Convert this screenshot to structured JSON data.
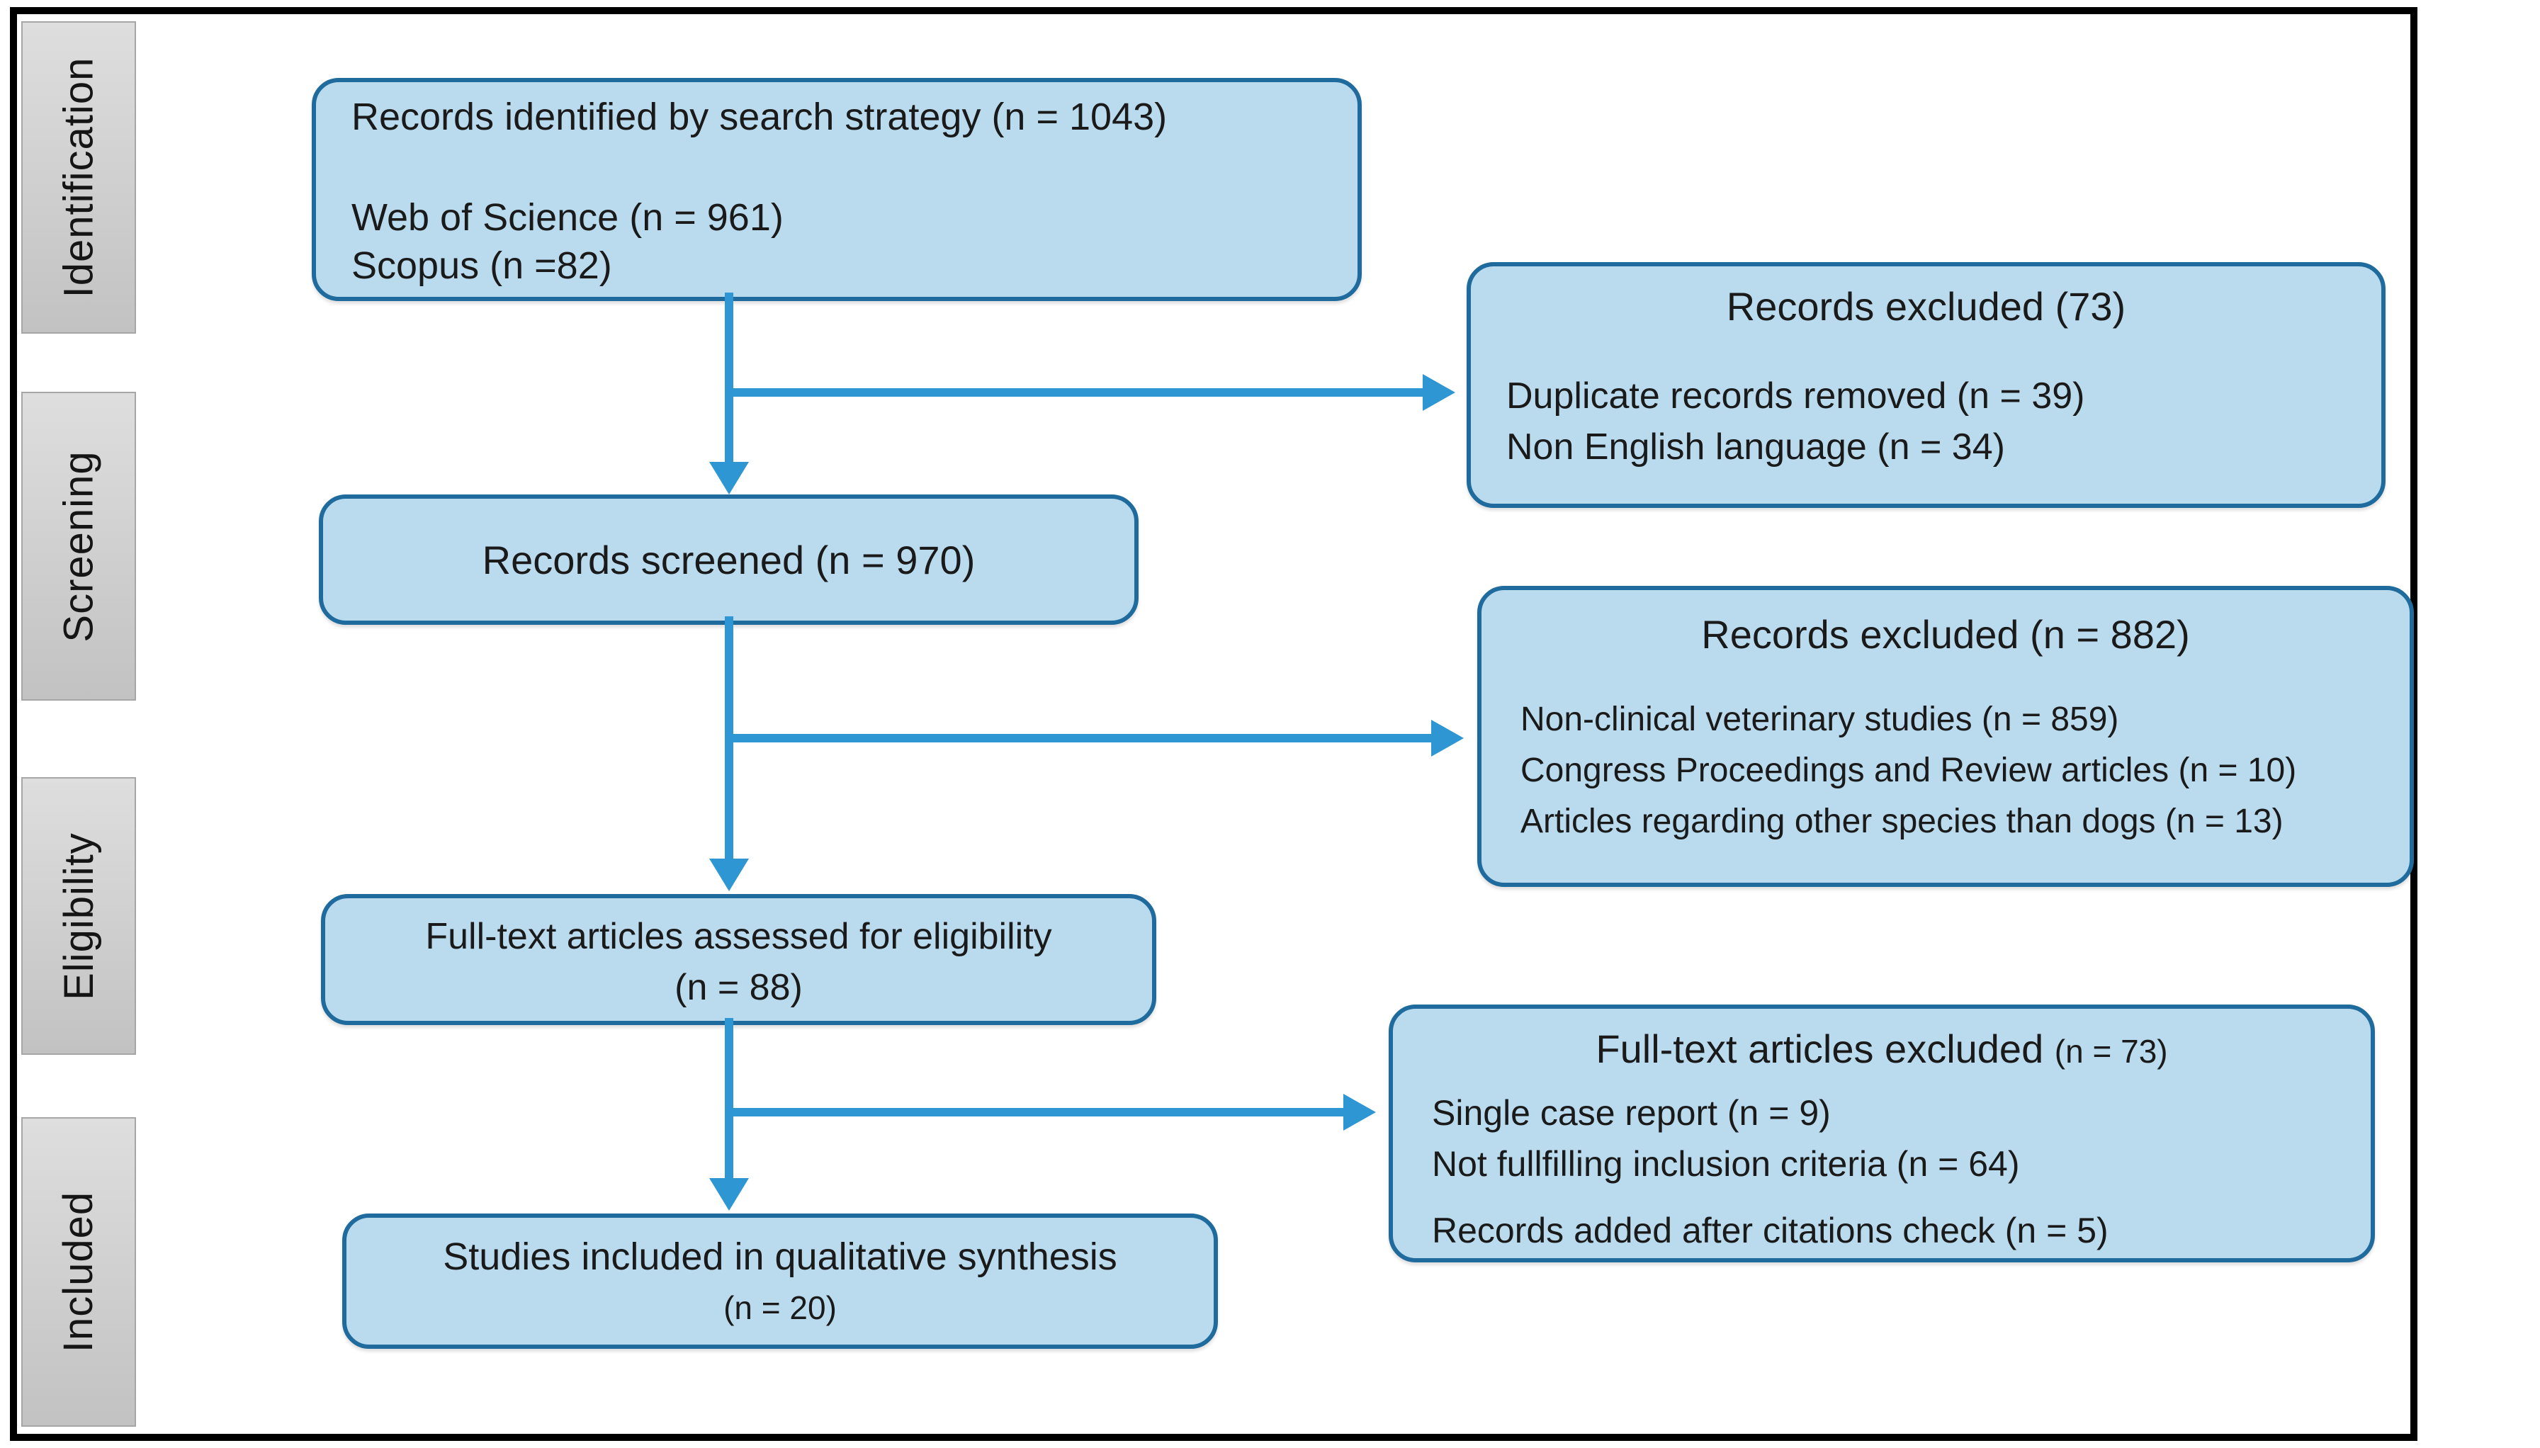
{
  "sidebar": {
    "stages": [
      {
        "label": "Identification"
      },
      {
        "label": "Screening"
      },
      {
        "label": "Eligibility"
      },
      {
        "label": "Included"
      }
    ]
  },
  "boxes": {
    "identified": {
      "line1": "Records identified by search strategy (n = 1043)",
      "line2": "Web of Science (n = 961)",
      "line3": "Scopus (n =82)"
    },
    "excluded_screening": {
      "title": "Records excluded (73)",
      "line1": "Duplicate records removed (n = 39)",
      "line2": "Non English language (n = 34)"
    },
    "screened": {
      "line1": "Records screened (n = 970)"
    },
    "excluded_eligibility": {
      "title": "Records excluded (n = 882)",
      "line1": "Non-clinical veterinary studies (n = 859)",
      "line2": "Congress Proceedings and Review articles (n = 10)",
      "line3": "Articles regarding other species than dogs (n = 13)"
    },
    "fulltext_assessed": {
      "line1": "Full-text articles assessed for eligibility",
      "line2": "(n = 88)"
    },
    "fulltext_excluded": {
      "title_main": "Full-text articles excluded",
      "title_sub": "(n = 73)",
      "line1": "Single case report (n = 9)",
      "line2": "Not fullfilling inclusion criteria (n = 64)",
      "line3": "Records added after citations check (n = 5)"
    },
    "included_synthesis": {
      "line1": "Studies included in qualitative synthesis",
      "line2": "(n = 20)"
    }
  },
  "colors": {
    "box_fill": "#badbee",
    "box_border": "#1f6b9d",
    "arrow_blue": "#2e96d2",
    "stage_fill_top": "#dedede",
    "stage_fill_bottom": "#c2c2c2",
    "stage_border": "#a6a6a6",
    "frame": "#000000",
    "text": "#1a1a1a"
  }
}
